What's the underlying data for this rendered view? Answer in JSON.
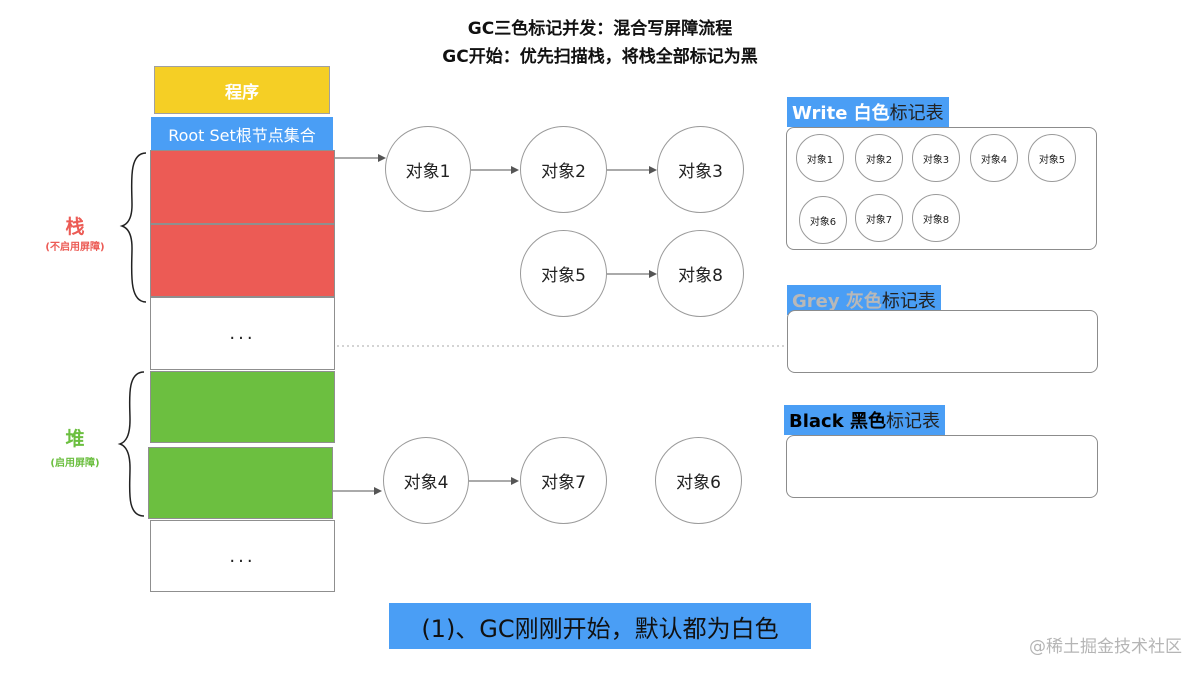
{
  "title": {
    "line1": "GC三色标记并发：混合写屏障流程",
    "line2": "GC开始：优先扫描栈，将栈全部标记为黑"
  },
  "program_label": "程序",
  "root_set_label": "Root Set根节点集合",
  "stack": {
    "label": "栈",
    "note": "(不启用屏障)",
    "ellipsis": "..."
  },
  "heap": {
    "label": "堆",
    "note": "(启用屏障)",
    "ellipsis": "..."
  },
  "graph": {
    "obj1": "对象1",
    "obj2": "对象2",
    "obj3": "对象3",
    "obj5": "对象5",
    "obj8": "对象8",
    "obj4": "对象4",
    "obj7": "对象7",
    "obj6": "对象6"
  },
  "white_table": {
    "title_en": "Write 白色",
    "title_cn": "标记表",
    "items": [
      "对象1",
      "对象2",
      "对象3",
      "对象4",
      "对象5",
      "对象6",
      "对象7",
      "对象8"
    ]
  },
  "grey_table": {
    "title_en": "Grey 灰色",
    "title_cn": "标记表"
  },
  "black_table": {
    "title_en": "Black 黑色",
    "title_cn": "标记表"
  },
  "caption": "(1)、GC刚刚开始，默认都为白色",
  "watermark": "@稀土掘金技术社区",
  "colors": {
    "stack_red": "#ec5b55",
    "heap_green": "#6cbf40",
    "program_yellow": "#f5cf25",
    "tag_blue": "#4a9ef5",
    "grey_text": "#b8b8b8"
  }
}
